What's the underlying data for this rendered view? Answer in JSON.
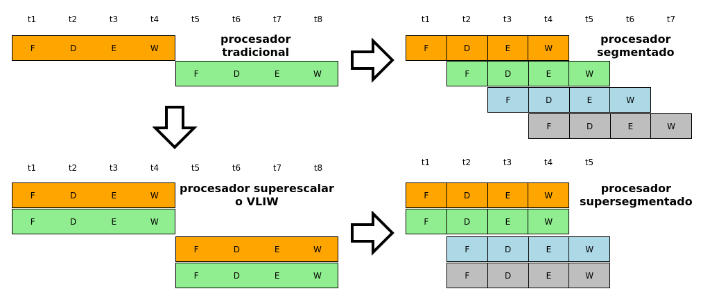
{
  "colors": {
    "orange": "#ffa500",
    "green": "#90ee90",
    "blue": "#add8e6",
    "gray": "#bebebe"
  },
  "stages": [
    "F",
    "D",
    "E",
    "W"
  ],
  "diagrams": {
    "tradicional": {
      "ticks": [
        "t1",
        "t2",
        "t3",
        "t4",
        "t5",
        "t6",
        "t7",
        "t8"
      ],
      "label_lines": [
        "procesador",
        "tradicional"
      ],
      "rows": [
        {
          "color": "orange",
          "cells": [
            "F",
            "D",
            "E",
            "W"
          ]
        },
        {
          "color": "green",
          "cells": [
            "F",
            "D",
            "E",
            "W"
          ]
        }
      ]
    },
    "segmentado": {
      "ticks": [
        "t1",
        "t2",
        "t3",
        "t4",
        "t5",
        "t6",
        "t7"
      ],
      "label_lines": [
        "procesador",
        "segmentado"
      ],
      "rows": [
        {
          "color": "orange",
          "cells": [
            "F",
            "D",
            "E",
            "W"
          ]
        },
        {
          "color": "green",
          "cells": [
            "F",
            "D",
            "E",
            "W"
          ]
        },
        {
          "color": "blue",
          "cells": [
            "F",
            "D",
            "E",
            "W"
          ]
        },
        {
          "color": "gray",
          "cells": [
            "F",
            "D",
            "E",
            "W"
          ]
        }
      ]
    },
    "superescalar": {
      "ticks": [
        "t1",
        "t2",
        "t3",
        "t4",
        "t5",
        "t6",
        "t7",
        "t8"
      ],
      "label_lines": [
        "procesador superescalar",
        "o VLIW"
      ],
      "rows": [
        {
          "color": "orange",
          "cells": [
            "F",
            "D",
            "E",
            "W"
          ]
        },
        {
          "color": "green",
          "cells": [
            "F",
            "D",
            "E",
            "W"
          ]
        },
        {
          "color": "orange",
          "cells": [
            "F",
            "D",
            "E",
            "W"
          ]
        },
        {
          "color": "green",
          "cells": [
            "F",
            "D",
            "E",
            "W"
          ]
        }
      ]
    },
    "supersegmentado": {
      "ticks": [
        "t1",
        "t2",
        "t3",
        "t4",
        "t5"
      ],
      "label_lines": [
        "procesador",
        "supersegmentado"
      ],
      "rows": [
        {
          "color": "orange",
          "cells": [
            "F",
            "D",
            "E",
            "W"
          ]
        },
        {
          "color": "green",
          "cells": [
            "F",
            "D",
            "E",
            "W"
          ]
        },
        {
          "color": "blue",
          "cells": [
            "F",
            "D",
            "E",
            "W"
          ]
        },
        {
          "color": "gray",
          "cells": [
            "F",
            "D",
            "E",
            "W"
          ]
        }
      ]
    }
  }
}
